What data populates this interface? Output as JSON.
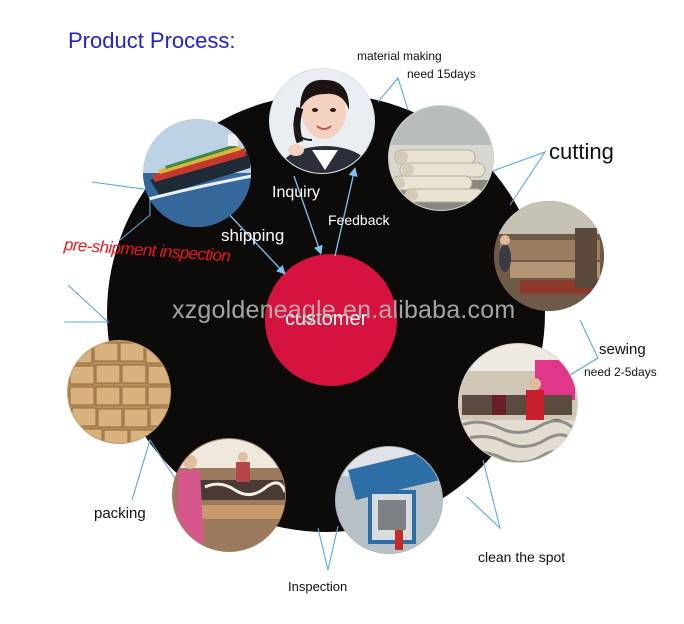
{
  "title": "Product  Process:",
  "labels": {
    "material_making": "material making",
    "need_15days": "need 15days",
    "cutting": "cutting",
    "sewing": "sewing",
    "need_2_5days": "need 2-5days",
    "clean_the_spot": "clean the spot",
    "inspection": "Inspection",
    "packing": "packing",
    "pre_shipment_inspection": "pre-shipment inspection",
    "shipping": "shipping",
    "inquiry": "Inquiry",
    "feedback": "Feedback",
    "customer": "customer"
  },
  "watermark": "xzgoldeneagle.en.alibaba.com",
  "colors": {
    "title": "#2323c8",
    "disc": "#0d0a0a",
    "center_circle": "#d6123f",
    "connector": "#5aa8dc",
    "pre_shipment": "#e8191c"
  }
}
